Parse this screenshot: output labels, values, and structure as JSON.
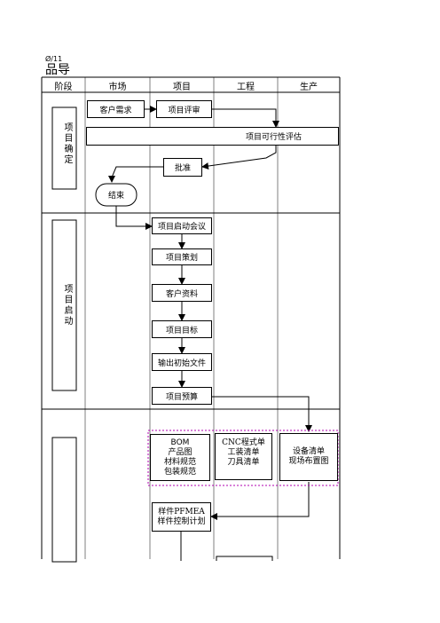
{
  "header": {
    "doc_no_fragment": "Ø/11",
    "title": "品导"
  },
  "columns": [
    "阶段",
    "市场",
    "项目",
    "工程",
    "生产"
  ],
  "stages": [
    "项目确定",
    "项目启动",
    ""
  ],
  "nodes": {
    "customer_demand": "客户需求",
    "project_review": "项目评审",
    "feasibility": "项目可行性评估",
    "approval": "批准",
    "end": "结束",
    "kickoff": "项目启动会议",
    "planning": "项目策划",
    "customer_data": "客户资料",
    "goal": "项目目标",
    "initial_docs": "输出初始文件",
    "budget": "项目预算",
    "bom": "BOM\n产品图\n材料规范\n包装规范",
    "cnc": "CNC程式单\n工装清单\n刀具清单",
    "equipment": "设备清单\n现场布置图",
    "sample": "样件PFMEA\n样件控制计划"
  }
}
